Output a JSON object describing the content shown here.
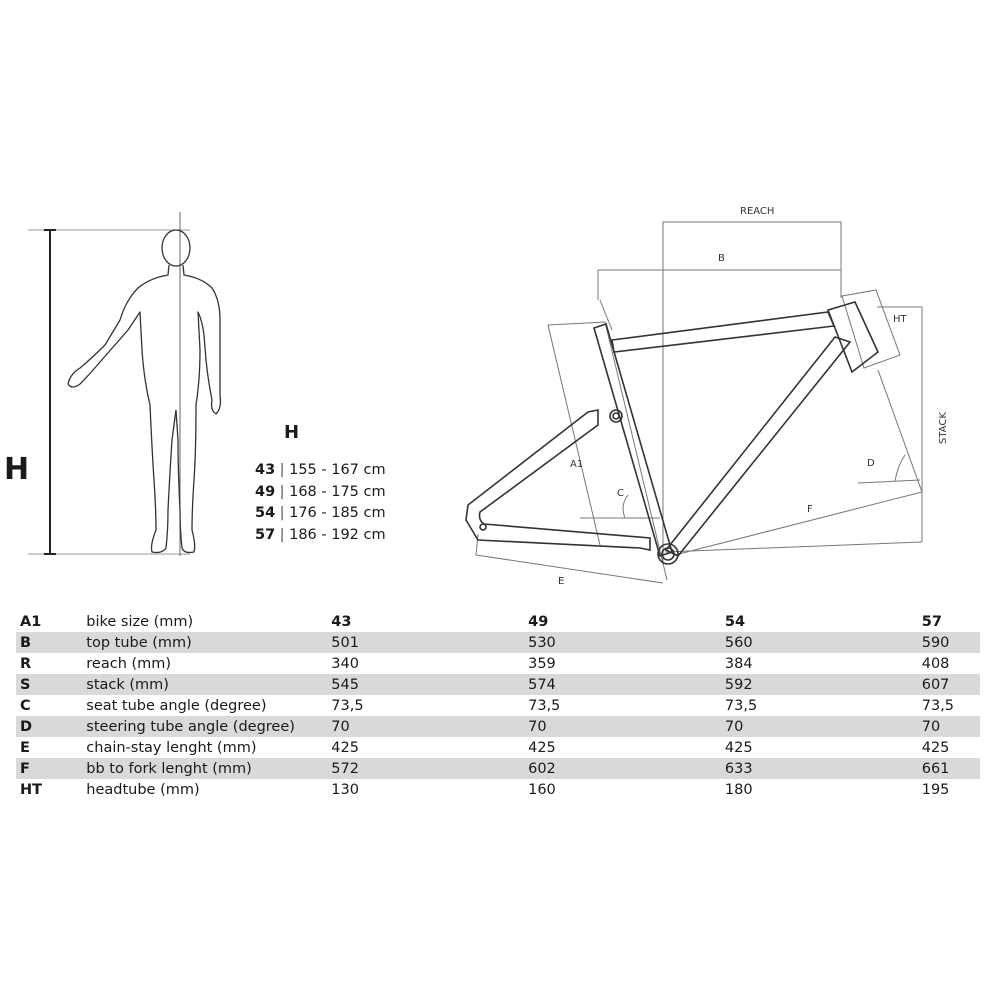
{
  "figure": {
    "height_letter": "H",
    "labels": {
      "reach": "REACH",
      "top_tube": "B",
      "head_tube": "HT",
      "stack": "STACK",
      "seat_tube": "A1",
      "seat_angle": "C",
      "steering_angle": "D",
      "bb_to_fork": "F",
      "chain_stay": "E"
    }
  },
  "size_guide": {
    "title": "H",
    "rows": [
      {
        "size": "43",
        "range": "155 - 167 cm"
      },
      {
        "size": "49",
        "range": "168 - 175 cm"
      },
      {
        "size": "54",
        "range": "176 - 185 cm"
      },
      {
        "size": "57",
        "range": "186 - 192 cm"
      }
    ]
  },
  "geometry_table": {
    "rows": [
      {
        "code": "A1",
        "param": "bike size (mm)",
        "values": [
          "43",
          "49",
          "54",
          "57"
        ]
      },
      {
        "code": "B",
        "param": "top tube (mm)",
        "values": [
          "501",
          "530",
          "560",
          "590"
        ]
      },
      {
        "code": "R",
        "param": "reach (mm)",
        "values": [
          "340",
          "359",
          "384",
          "408"
        ]
      },
      {
        "code": "S",
        "param": "stack (mm)",
        "values": [
          "545",
          "574",
          "592",
          "607"
        ]
      },
      {
        "code": "C",
        "param": "seat tube angle (degree)",
        "values": [
          "73,5",
          "73,5",
          "73,5",
          "73,5"
        ]
      },
      {
        "code": "D",
        "param": "steering tube angle (degree)",
        "values": [
          "70",
          "70",
          "70",
          "70"
        ]
      },
      {
        "code": "E",
        "param": "chain-stay lenght (mm)",
        "values": [
          "425",
          "425",
          "425",
          "425"
        ]
      },
      {
        "code": "F",
        "param": "bb to fork lenght (mm)",
        "values": [
          "572",
          "602",
          "633",
          "661"
        ]
      },
      {
        "code": "HT",
        "param": "headtube (mm)",
        "values": [
          "130",
          "160",
          "180",
          "195"
        ]
      }
    ]
  }
}
